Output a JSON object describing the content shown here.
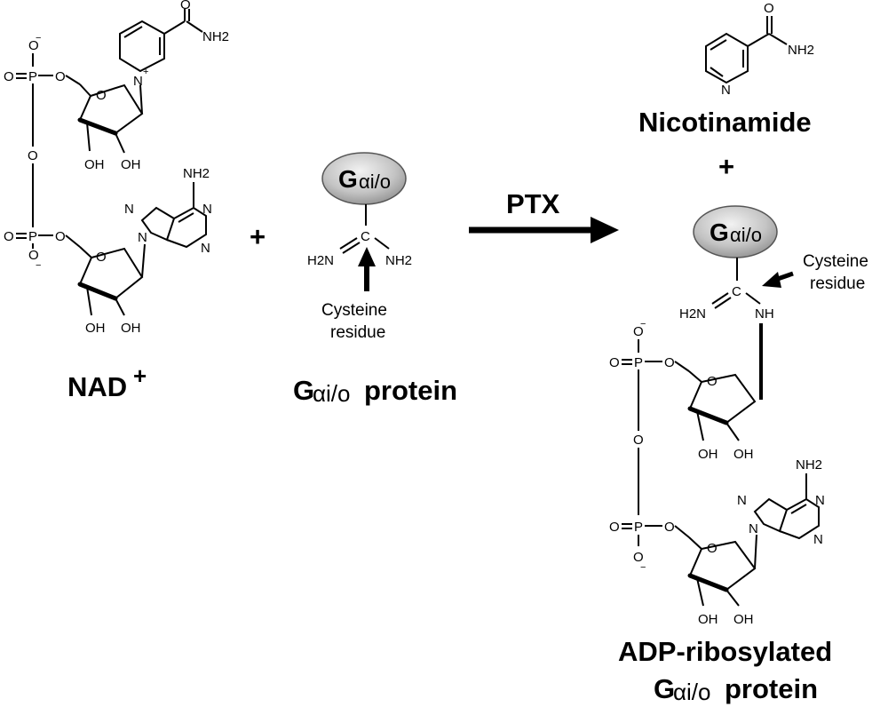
{
  "reactant_nad": {
    "label": "NAD",
    "charge": "+",
    "atoms": {
      "phosphate_o_minus": "O",
      "minus": "−",
      "phosphate_p": "P",
      "phosphate_o_double": "O",
      "ribose_link_o": "O",
      "bridge_o": "O",
      "ring_o": "O",
      "pyridinium_n": "N",
      "plus": "+",
      "carbonyl_o": "O",
      "amide_nh2": "NH2",
      "oh": "OH",
      "adenine_nh2": "NH2",
      "n": "N"
    }
  },
  "plus_sign": "+",
  "protein": {
    "badge_g": "G",
    "badge_sub": "αi/o",
    "carbon": "C",
    "h2n": "H2N",
    "nh2": "NH2",
    "cysteine_label_line1": "Cysteine",
    "cysteine_label_line2": "residue",
    "name_g": "G",
    "name_sub": "αi/o",
    "name_word": "protein"
  },
  "arrow_label": "PTX",
  "products": {
    "nicotinamide_label": "Nicotinamide",
    "plus_sign": "+",
    "ribosylated_label_line1": "ADP-ribosylated",
    "ribosylated_label_g": "G",
    "ribosylated_label_sub": "αi/o",
    "ribosylated_label_word": "protein",
    "nh": "NH"
  },
  "colors": {
    "badge_fill_light": "#ececec",
    "badge_fill_dark": "#8f8f8f",
    "ink": "#000000"
  }
}
